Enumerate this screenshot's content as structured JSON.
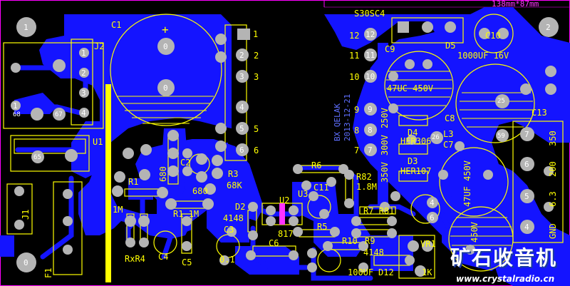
{
  "board": {
    "dimension_label": "138mm*87mm",
    "colors": {
      "background": "#000000",
      "copper": "#1414ff",
      "silk": "#ffff00",
      "pad": "#b4b4b4",
      "drill": "#ffffff",
      "outline": "#ff00ff"
    },
    "watermark": {
      "logo_text": "矿石收音机",
      "url": "www.crystalradio.cn"
    }
  },
  "labels": {
    "C1": "C1",
    "J2": "J2",
    "U1": "U1",
    "J1": "J1",
    "F1": "F1",
    "R1a": "R1",
    "R1b": "R1 1M",
    "R1v": "1M",
    "RxR4": "RxR4",
    "C4": "C4",
    "C5": "C5",
    "C2": "C2",
    "680a": "680",
    "680b": "680",
    "R3": "R3",
    "68K": "68K",
    "D2": "D2",
    "4148a": "4148",
    "C3": "C3",
    "C3v": "0.1",
    "U2": "U2",
    "U3": "U3",
    "817": "817",
    "C6": "C6",
    "R6": "R6",
    "C11": "C11",
    "R5": "R5",
    "R10": "R10",
    "R9": "R9",
    "4148b": "4148",
    "100UF": "100UF",
    "D12": "D12",
    "R82": "R82",
    "R82v": "1.8M",
    "R7R81": "R7 R81",
    "VR1": "VR1",
    "1K": "1K",
    "S30SC4": "S30SC4",
    "C9": "C9",
    "D5": "D5",
    "C10": "C10",
    "C10v": "1000UF 16V",
    "C8": "C8",
    "D4": "D4",
    "HER306": "HER306",
    "D3": "D3",
    "HER107": "HER107",
    "L3": "L3",
    "C7": "C7",
    "C13": "C13",
    "47UC450V": "47UC 450V",
    "350": "350",
    "200": "200",
    "6.3": "6.3",
    "GND": "GND",
    "350V": "350V",
    "300V": "300V",
    "250V": "250V",
    "47UF450V": "47UF 450V",
    "450V": "450V",
    "plus": "+",
    "rev_text": "BX QELAK",
    "rev_text2": "2013-12-21"
  },
  "pads": {
    "p0": "0",
    "p1": "1",
    "p2": "2",
    "p3": "3",
    "p4": "4",
    "p5": "5",
    "p6": "6",
    "p7": "7",
    "p8": "8",
    "p9": "9",
    "p10": "10",
    "p11": "11",
    "p12": "12",
    "p25": "25",
    "p26": "26",
    "p59": "59",
    "p65": "65",
    "p67": "67",
    "p68": "68"
  }
}
